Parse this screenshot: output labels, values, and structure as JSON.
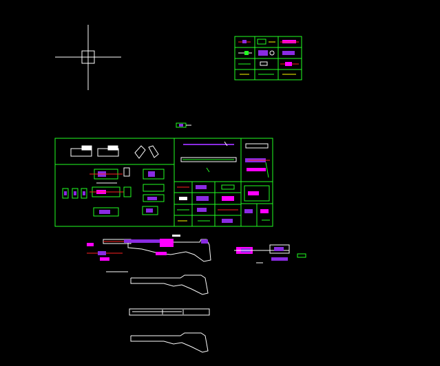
{
  "app": {
    "view": "cad-model-space"
  },
  "colors": {
    "background": "#000000",
    "frame": "#22ff22",
    "crosshair": "#ffffff",
    "accent_purple": "#8a2be2",
    "accent_magenta": "#ff00ff",
    "accent_red": "#ff2020",
    "accent_yellow": "#ffff00",
    "accent_cyan": "#00ffff"
  },
  "drawing": {
    "crosshair": {
      "icon": "cad-crosshair-cursor-icon"
    },
    "sheets": [
      {
        "id": "parts-sheet-small",
        "icon": "parts-grid-icon"
      },
      {
        "id": "assembly-sheet-main",
        "icon": "assembly-sheet-icon"
      }
    ],
    "rifle_views": [
      {
        "id": "rifle-assembly-view",
        "icon": "rifle-icon"
      },
      {
        "id": "stock-profile-1",
        "icon": "stock-outline-icon"
      },
      {
        "id": "stock-top-view",
        "icon": "stock-plan-icon"
      },
      {
        "id": "stock-profile-2",
        "icon": "stock-outline-icon"
      }
    ]
  }
}
